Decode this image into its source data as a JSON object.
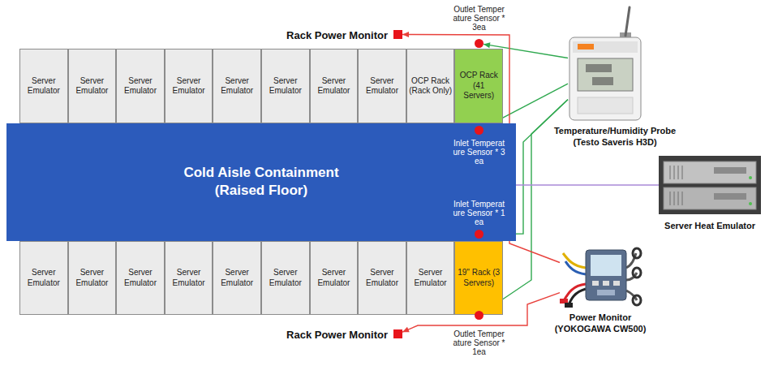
{
  "diagram": {
    "nodes": [
      {
        "text": [
          "Rack Power Monitor"
        ]
      },
      {
        "text": [
          "Outlet Temperature Sensor * 3ea"
        ]
      },
      {
        "text": [
          "Temperature/Humidity Probe (Testo Saveris H3D)"
        ]
      },
      {
        "text": [
          "Server Emulator"
        ]
      },
      {
        "text": [
          "Server Emulator"
        ]
      },
      {
        "text": [
          "Server Emulator"
        ]
      },
      {
        "text": [
          "Server Emulator"
        ]
      },
      {
        "text": [
          "Server Emulator"
        ]
      },
      {
        "text": [
          "Server Emulator"
        ]
      },
      {
        "text": [
          "Server Emulator"
        ]
      },
      {
        "text": [
          "Server Emulator"
        ]
      },
      {
        "text": [
          "OCP Rack (Rack Only)"
        ]
      },
      {
        "text": [
          "OCP Rack (41 Servers)"
        ]
      },
      {
        "text": [
          "Cold Aisle Containment (Raised Floor)"
        ]
      },
      {
        "text": [
          "Inlet Temperature Sensor * 3ea"
        ],
        "in": 13
      },
      {
        "text": [
          "Inlet Temperature Sensor * 1ea"
        ],
        "in": 13
      },
      {
        "text": [
          "Server Heat Emulator"
        ]
      },
      {
        "text": [
          "Server Emulator"
        ]
      },
      {
        "text": [
          "Server Emulator"
        ]
      },
      {
        "text": [
          "Server Emulator"
        ]
      },
      {
        "text": [
          "Server Emulator"
        ]
      },
      {
        "text": [
          "Server Emulator"
        ]
      },
      {
        "text": [
          "Server Emulator"
        ]
      },
      {
        "text": [
          "Server Emulator"
        ]
      },
      {
        "text": [
          "Server Emulator"
        ]
      },
      {
        "text": [
          "Server Emulator"
        ]
      },
      {
        "text": [
          "19\" Rack (3 Servers)"
        ]
      },
      {
        "text": [
          "Power Monitor (YOKOGAWA CW500)"
        ]
      },
      {
        "text": [
          "Rack Power Monitor"
        ]
      },
      {
        "text": [
          "Outlet Temperature Sensor * 1ea"
        ]
      }
    ],
    "edges": [
      {
        "from": 2,
        "to": 1,
        "arrow": "to"
      },
      {
        "from": 2,
        "to": 14,
        "arrow": "none"
      },
      {
        "from": 2,
        "to": 15,
        "arrow": "none"
      },
      {
        "from": 2,
        "to": 29,
        "arrow": "to"
      },
      {
        "from": 27,
        "to": 0,
        "arrow": "to"
      },
      {
        "from": 27,
        "to": 28,
        "arrow": "to"
      },
      {
        "from": 16,
        "to": 24,
        "arrow": "to"
      }
    ]
  }
}
